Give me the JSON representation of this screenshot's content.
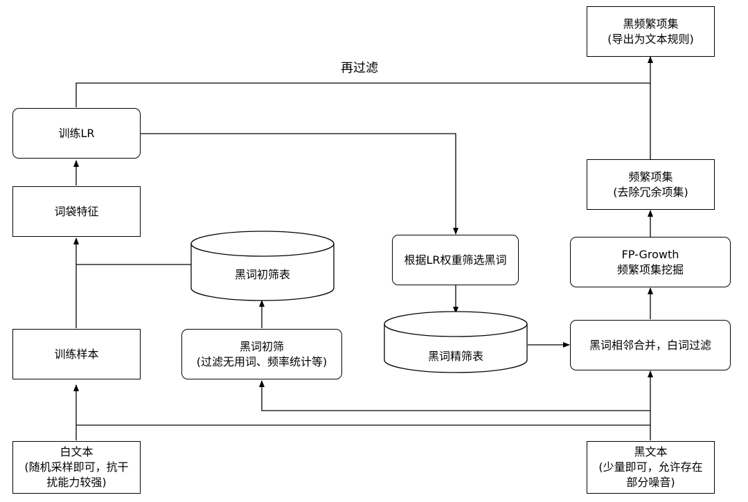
{
  "nodes": {
    "white_text": {
      "line1": "白文本",
      "line2": "(随机采样即可，抗干",
      "line3": "扰能力较强)"
    },
    "train_samples": "训练样本",
    "bow_features": "词袋特征",
    "train_lr": "训练LR",
    "black_coarse_table": "黑词初筛表",
    "black_coarse_filter": {
      "line1": "黑词初筛",
      "line2": "(过滤无用词、频率统计等)"
    },
    "lr_weight_select": "根据LR权重筛选黑词",
    "black_fine_table": "黑词精筛表",
    "merge_filter": "黑词相邻合并，白词过滤",
    "fp_growth": {
      "line1": "FP-Growth",
      "line2": "频繁项集挖掘"
    },
    "freq_itemsets": {
      "line1": "频繁项集",
      "line2": "(去除冗余项集)"
    },
    "black_freq_itemsets": {
      "line1": "黑频繁项集",
      "line2": "(导出为文本规则)"
    },
    "black_text": {
      "line1": "黑文本",
      "line2": "(少量即可，允许存在",
      "line3": "部分噪音)"
    }
  },
  "edge_labels": {
    "refilter": "再过滤"
  }
}
